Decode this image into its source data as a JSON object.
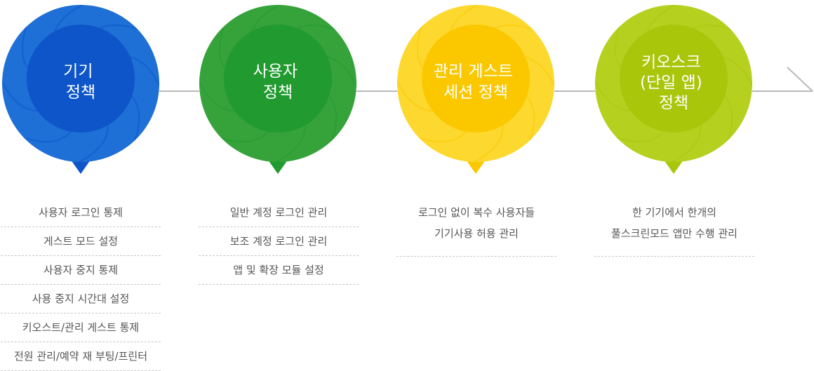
{
  "colors": {
    "blue_outer": "#1e6fd6",
    "blue_inner": "#0d55c9",
    "green_outer": "#35a23a",
    "green_inner": "#219a2f",
    "yellow_outer": "#fdd82f",
    "yellow_inner": "#fbc800",
    "lime_outer": "#b6d020",
    "lime_inner": "#a9c60b",
    "connector": "#b8b8b8"
  },
  "steps": [
    {
      "title_lines": [
        "기기",
        "정책"
      ],
      "items": [
        "사용자 로그인 통제",
        "게스트 모드 설정",
        "사용자 중지 통제",
        "사용 중지 시간대 설정",
        "키오스트/관리 게스트 통제",
        "전원 관리/예약 재 부팅/프린터"
      ]
    },
    {
      "title_lines": [
        "사용자",
        "정책"
      ],
      "items": [
        "일반 계정 로그인 관리",
        "보조 계정 로그인 관리",
        "앱 및 확장 모듈 설정"
      ]
    },
    {
      "title_lines": [
        "관리 게스트",
        "세션 정책"
      ],
      "items": [
        "로그인 없이 복수 사용자들",
        "기기사용 허용 관리"
      ]
    },
    {
      "title_lines": [
        "키오스크",
        "(단일 앱)",
        "정책"
      ],
      "items": [
        "한 기기에서 한개의",
        "풀스크린모드 앱만 수행 관리"
      ]
    }
  ]
}
